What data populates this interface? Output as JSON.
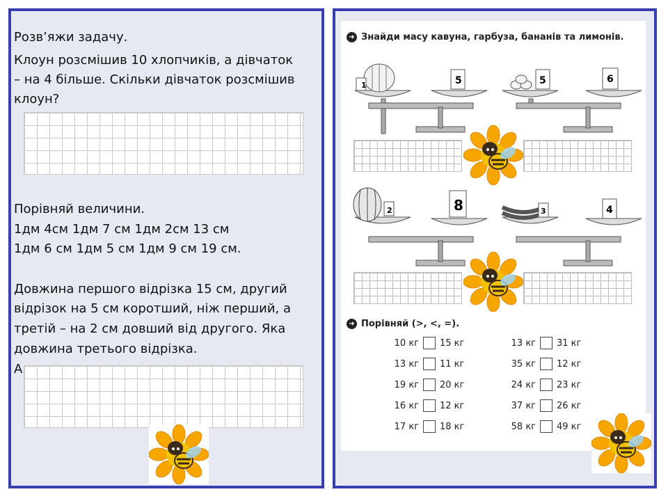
{
  "left": {
    "task1_title": "Розв’яжи задачу.",
    "task1_lines": [
      "Клоун розсмішив 10 хлопчиків, а дівчаток",
      "– на 4 більше. Скільки дівчаток розсмішив",
      "клоун?"
    ],
    "task2_title": "Порівняй величини.",
    "task2_lines": [
      "1дм 4см      1дм 7 см        1дм 2см  13 см",
      "1дм 6 см      1дм 5 см      1дм 9 см  19 см."
    ],
    "task3_lines": [
      "Довжина першого відрізка 15 см, другий",
      "відрізок на 5 см коротший, ніж перший, а",
      "третій – на 2 см довший від другого. Яка",
      "довжина третього відрізка."
    ],
    "task3_fragment": "А"
  },
  "right": {
    "heading1": "Знайди масу кавуна, гарбуза, бананів та лимонів.",
    "heading2": "Порівняй (>, <, =).",
    "weights": {
      "s1_left": "1",
      "s1_right": "5",
      "s2_left": "5",
      "s2_right": "6",
      "s3_left": "2",
      "s3_right": "8",
      "s4_left": "3",
      "s4_right": "4"
    },
    "compare_left": [
      [
        "10 кг",
        "15 кг"
      ],
      [
        "13 кг",
        "11 кг"
      ],
      [
        "19 кг",
        "20 кг"
      ],
      [
        "16 кг",
        "12 кг"
      ],
      [
        "17 кг",
        "18 кг"
      ]
    ],
    "compare_right": [
      [
        "13 кг",
        "31 кг"
      ],
      [
        "35 кг",
        "12 кг"
      ],
      [
        "24 кг",
        "23 кг"
      ],
      [
        "37 кг",
        "26 кг"
      ],
      [
        "58 кг",
        "49 кг"
      ]
    ]
  },
  "colors": {
    "border": "#3a3fb0",
    "panel_bg": "#e6e9f2",
    "flower": "#f7a600",
    "bee": "#f2c200"
  }
}
